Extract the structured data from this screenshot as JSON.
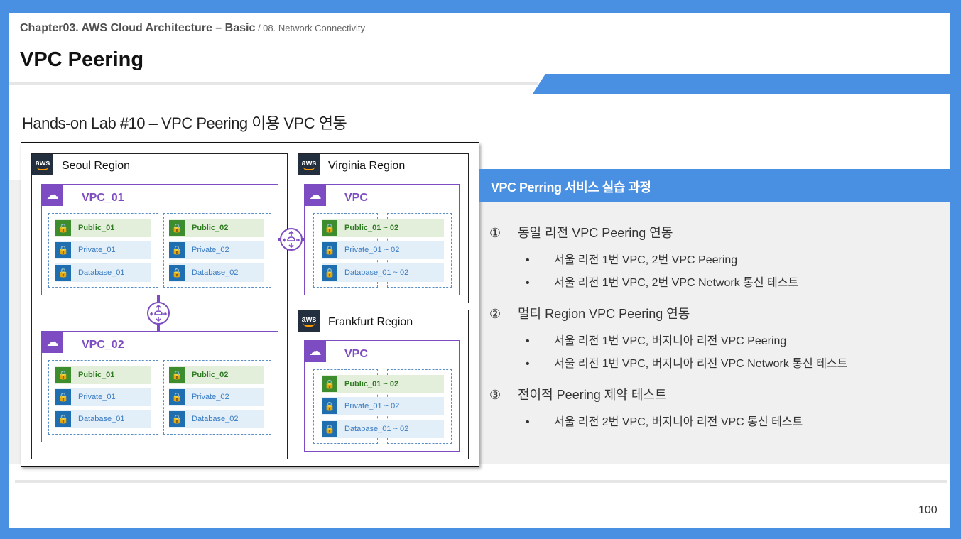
{
  "header": {
    "chapter": "Chapter03. AWS Cloud Architecture – Basic",
    "section": " / 08. Network Connectivity",
    "title": "VPC Peering"
  },
  "lab_title": "Hands-on Lab #10 – VPC Peering 이용 VPC 연동",
  "diagram": {
    "aws_badge": "aws",
    "seoul": {
      "region": "Seoul Region",
      "vpc1": {
        "name": "VPC_01",
        "az1": [
          "Public_01",
          "Private_01",
          "Database_01"
        ],
        "az2": [
          "Public_02",
          "Private_02",
          "Database_02"
        ]
      },
      "vpc2": {
        "name": "VPC_02",
        "az1": [
          "Public_01",
          "Private_01",
          "Database_01"
        ],
        "az2": [
          "Public_02",
          "Private_02",
          "Database_02"
        ]
      }
    },
    "virginia": {
      "region": "Virginia Region",
      "vpc": {
        "name": "VPC",
        "subnets": [
          "Public_01 ~ 02",
          "Private_01 ~ 02",
          "Database_01 ~ 02"
        ]
      }
    },
    "frankfurt": {
      "region": "Frankfurt Region",
      "vpc": {
        "name": "VPC",
        "subnets": [
          "Public_01 ~ 02",
          "Private_01 ~ 02",
          "Database_01 ~ 02"
        ]
      }
    }
  },
  "panel": {
    "header": "VPC Perring 서비스 실습 과정",
    "items": [
      {
        "num": "①",
        "text": "동일 리전 VPC Peering 연동",
        "bullets": [
          "서울 리전 1번 VPC, 2번 VPC Peering",
          "서울 리전 1번 VPC, 2번 VPC Network 통신 테스트"
        ]
      },
      {
        "num": "②",
        "text": "멀티 Region VPC Peering 연동",
        "bullets": [
          "서울 리전 1번 VPC, 버지니아 리전 VPC Peering",
          "서울 리전 1번 VPC, 버지니아 리전 VPC Network 통신 테스트"
        ]
      },
      {
        "num": "③",
        "text": "전이적 Peering 제약 테스트",
        "bullets": [
          "서울 리전 2번 VPC, 버지니아 리전 VPC 통신 테스트"
        ]
      }
    ],
    "bullet_symbol": "•"
  },
  "page_number": "100",
  "colors": {
    "brand_blue": "#4a90e2",
    "vpc_purple": "#7d4cc2",
    "public_green": "#3d8d2e",
    "private_blue": "#1f6fb0"
  },
  "icons": {
    "aws_logo": "aws-logo-icon",
    "vpc": "vpc-cloud-lock-icon",
    "subnet": "padlock-icon",
    "peering": "peering-connection-icon"
  }
}
